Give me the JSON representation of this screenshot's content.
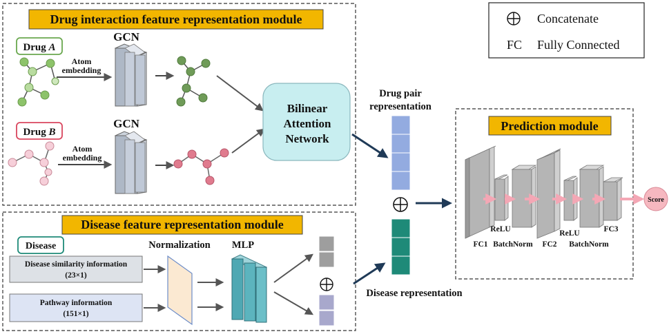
{
  "legend": {
    "concat_symbol": "⊕",
    "concat_label": "Concatenate",
    "fc_abbr": "FC",
    "fc_label": "Fully Connected"
  },
  "drug_module": {
    "title": "Drug interaction feature representation module",
    "drug_a_prefix": "Drug ",
    "drug_a_letter": "A",
    "drug_b_prefix": "Drug ",
    "drug_b_letter": "B",
    "gcn_label": "GCN",
    "atom_label_1": "Atom",
    "atom_label_2": "embedding",
    "bilinear_line1": "Bilinear",
    "bilinear_line2": "Attention",
    "bilinear_line3": "Network"
  },
  "disease_module": {
    "title": "Disease feature representation module",
    "disease_tag": "Disease",
    "similarity_line1": "Disease similarity information",
    "similarity_line2": "(23×1)",
    "pathway_line1": "Pathway information",
    "pathway_line2": "(151×1)",
    "normalization_label": "Normalization",
    "mlp_label": "MLP",
    "plus_symbol": "⊕"
  },
  "middle": {
    "drug_pair_line1": "Drug pair",
    "drug_pair_line2": "representation",
    "plus_symbol": "⊕",
    "disease_repr_label": "Disease representation"
  },
  "prediction_module": {
    "title": "Prediction module",
    "fc1": "FC1",
    "relu1": "ReLU",
    "batchnorm1": "BatchNorm",
    "fc2": "FC2",
    "relu2": "ReLU",
    "batchnorm2": "BatchNorm",
    "fc3": "FC3",
    "score": "Score"
  },
  "colors": {
    "title_fill": "#f2b600",
    "drug_a_node": "#8dc36a",
    "drug_a_result": "#6f9b58",
    "drug_b_node": "#f6cfd9",
    "drug_b_result": "#e07b8e",
    "bilinear_fill": "#c8eef0",
    "drug_pair_vec": "#93abe0",
    "disease_vec": "#1e8a78",
    "mlp_fill": "#4fa8b3",
    "score_fill": "#f6b8c0",
    "arrow_dark": "#1f3a57"
  }
}
